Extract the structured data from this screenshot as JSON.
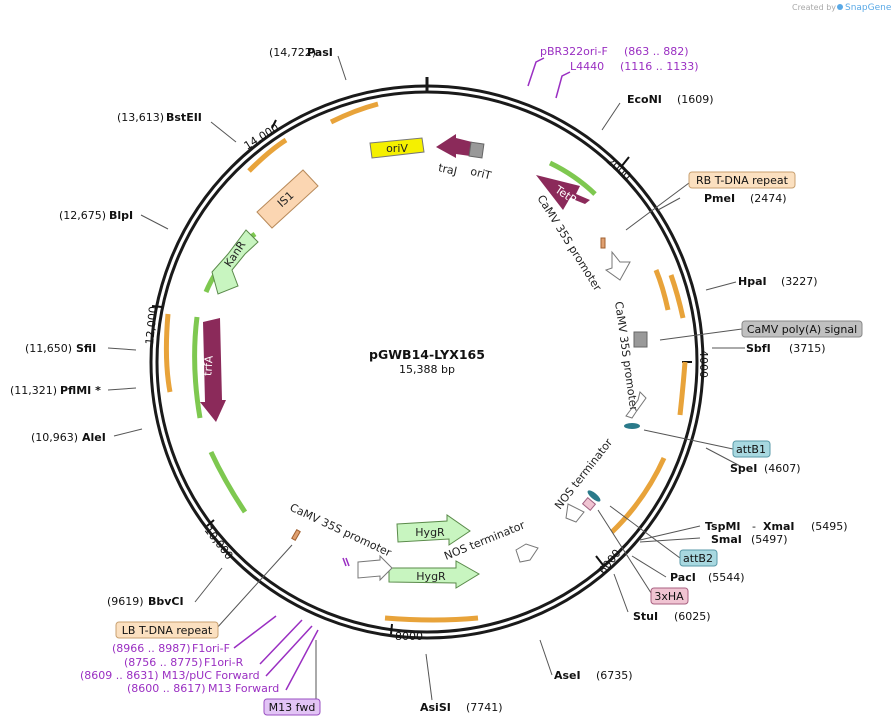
{
  "header": {
    "credit": "Created by",
    "brand": "SnapGene"
  },
  "plasmid": {
    "name": "pGWB14-LYX165",
    "length": "15,388 bp"
  },
  "ticks": [
    "2000",
    "4000",
    "6000",
    "8000",
    "10,000",
    "12,000",
    "14,000"
  ],
  "sites": {
    "pasi": {
      "pos": "(14,722)",
      "name": "PasI"
    },
    "bstEII": {
      "pos": "(13,613)",
      "name": "BstEII"
    },
    "blpi": {
      "pos": "(12,675)",
      "name": "BlpI"
    },
    "sfii": {
      "pos": "(11,650)",
      "name": "SfiI"
    },
    "pflmi": {
      "pos": "(11,321)",
      "name": "PflMI *"
    },
    "alei": {
      "pos": "(10,963)",
      "name": "AleI"
    },
    "bbvci": {
      "pos": "(9619)",
      "name": "BbvCI"
    },
    "econi": {
      "name": "EcoNI",
      "pos": "(1609)"
    },
    "pmei": {
      "name": "PmeI",
      "pos": "(2474)"
    },
    "hpai": {
      "name": "HpaI",
      "pos": "(3227)"
    },
    "sbfi": {
      "name": "SbfI",
      "pos": "(3715)"
    },
    "spei": {
      "name": "SpeI",
      "pos": "(4607)"
    },
    "tspmi": {
      "name": "TspMI",
      "dash": "-",
      "name2": "XmaI",
      "pos": "(5495)"
    },
    "smai": {
      "name": "SmaI",
      "pos": "(5497)"
    },
    "paci": {
      "name": "PacI",
      "pos": "(5544)"
    },
    "stui": {
      "name": "StuI",
      "pos": "(6025)"
    },
    "asei": {
      "name": "AseI",
      "pos": "(6735)"
    },
    "asisi": {
      "name": "AsiSI",
      "pos": "(7741)"
    }
  },
  "primers": {
    "pbr322": {
      "name": "pBR322ori-F",
      "range": "(863 .. 882)"
    },
    "l4440": {
      "name": "L4440",
      "range": "(1116 .. 1133)"
    },
    "f1f": {
      "range": "(8966 .. 8987)",
      "name": "F1ori-F"
    },
    "f1r": {
      "range": "(8756 .. 8775)",
      "name": "F1ori-R"
    },
    "m13puc": {
      "range": "(8609 .. 8631)",
      "name": "M13/pUC Forward"
    },
    "m13f": {
      "range": "(8600 .. 8617)",
      "name": "M13 Forward"
    }
  },
  "boxes": {
    "rb": "RB T-DNA repeat",
    "polya": "CaMV poly(A) signal",
    "attb1": "attB1",
    "attb2": "attB2",
    "ha": "3xHA",
    "lb": "LB T-DNA repeat",
    "m13fwd": "M13 fwd"
  },
  "features": {
    "oriv": "oriV",
    "traj": "traJ",
    "orit": "oriT",
    "tetr": "TetR",
    "is1": "IS1",
    "kanr": "KanR",
    "trfa": "trfA",
    "hygr1": "HygR",
    "hygr2": "HygR",
    "camv1": "CaMV 35S promoter",
    "camv2": "CaMV 35S promoter",
    "camv3": "CaMV 35S promoter",
    "nos1": "NOS terminator",
    "nos2": "NOS terminator"
  },
  "colors": {
    "backbone": "#1a1a1a",
    "orange_feature": "#e8a33a",
    "green_feature": "#7ec850",
    "primer": "#9a2fc2",
    "trfa": "#8b2a5a",
    "oriv": "#f5f000",
    "is1": "#fbd6b2",
    "kanr": "#c8f5c0",
    "attb_box": "#a8d8e0",
    "ha_box": "#f0c4d2",
    "polya_box": "#c0c0c0",
    "rb_box": "#fbe0c0",
    "m13_box": "#e2c4f5"
  }
}
